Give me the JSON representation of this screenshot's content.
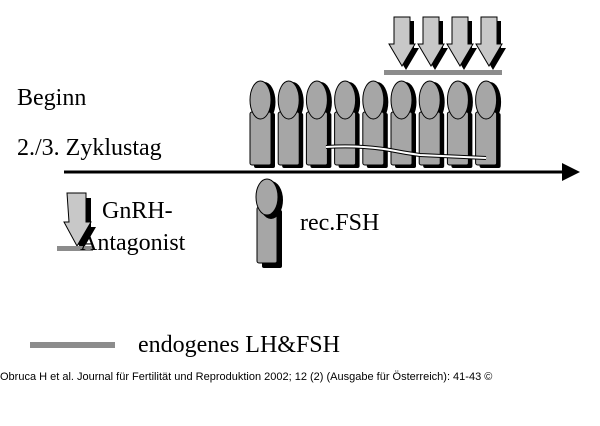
{
  "diagram": {
    "start_label_line1": "Beginn",
    "start_label_line2": "2./3. Zyklustag",
    "antagonist_label_line1": "GnRH-",
    "antagonist_label_line2": "Antagonist",
    "fsh_label": "rec.FSH",
    "legend_label": "endogenes LH&FSH",
    "fsh_injection_count": 9,
    "antagonist_dose_count": 4
  },
  "caption": "Obruca H et al. Journal für Fertilität und Reproduktion 2002; 12 (2) (Ausgabe für Österreich): 41-43 ©",
  "colors": {
    "ink": "#000000",
    "capsule_fill": "#a6a6a6",
    "arrow_fill": "#c8c8c8",
    "bar_gray": "#8c8c8c",
    "lh_line": "#ffffff"
  }
}
